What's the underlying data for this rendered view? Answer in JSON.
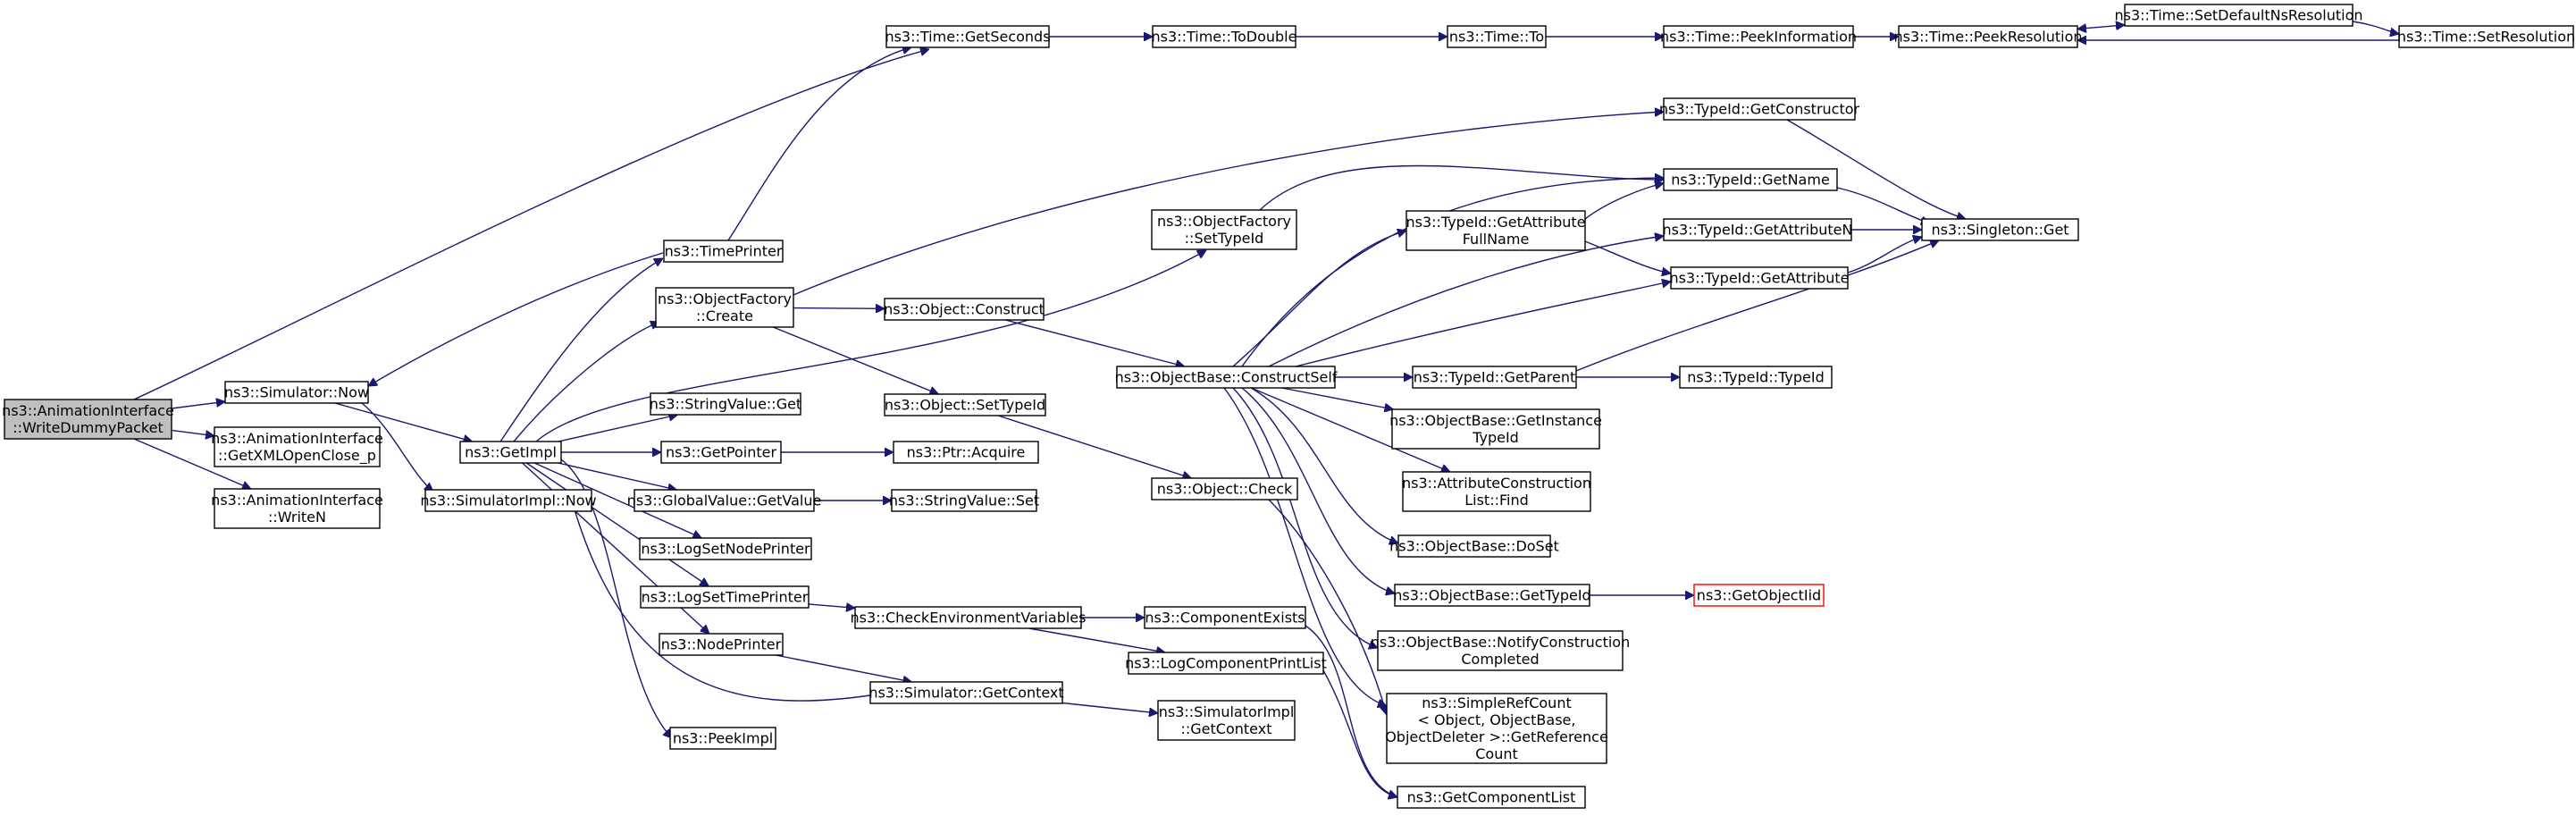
{
  "graph": {
    "colors": {
      "edge": "#191970",
      "root_fill": "#bfbfbf",
      "missing_border": "#ff0000"
    },
    "nodes": [
      {
        "id": "root",
        "lines": [
          "ns3::AnimationInterface",
          "::WriteDummyPacket"
        ],
        "style": "root"
      },
      {
        "id": "simnow",
        "lines": [
          "ns3::Simulator::Now"
        ]
      },
      {
        "id": "getxml",
        "lines": [
          "ns3::AnimationInterface",
          "::GetXMLOpenClose_p"
        ]
      },
      {
        "id": "writen",
        "lines": [
          "ns3::AnimationInterface",
          "::WriteN"
        ]
      },
      {
        "id": "getseconds",
        "lines": [
          "ns3::Time::GetSeconds"
        ]
      },
      {
        "id": "todouble",
        "lines": [
          "ns3::Time::ToDouble"
        ]
      },
      {
        "id": "timeto",
        "lines": [
          "ns3::Time::To"
        ]
      },
      {
        "id": "peekinfo",
        "lines": [
          "ns3::Time::PeekInformation"
        ]
      },
      {
        "id": "peekres",
        "lines": [
          "ns3::Time::PeekResolution"
        ]
      },
      {
        "id": "setdefault",
        "lines": [
          "ns3::Time::SetDefaultNsResolution"
        ]
      },
      {
        "id": "setres",
        "lines": [
          "ns3::Time::SetResolution"
        ]
      },
      {
        "id": "getimpl",
        "lines": [
          "ns3::GetImpl"
        ]
      },
      {
        "id": "simimplnow",
        "lines": [
          "ns3::SimulatorImpl::Now"
        ]
      },
      {
        "id": "timeprinter",
        "lines": [
          "ns3::TimePrinter"
        ]
      },
      {
        "id": "ofcreate",
        "lines": [
          "ns3::ObjectFactory",
          "::Create"
        ]
      },
      {
        "id": "strget",
        "lines": [
          "ns3::StringValue::Get"
        ]
      },
      {
        "id": "getpointer",
        "lines": [
          "ns3::GetPointer"
        ]
      },
      {
        "id": "gvgetvalue",
        "lines": [
          "ns3::GlobalValue::GetValue"
        ]
      },
      {
        "id": "logsetnode",
        "lines": [
          "ns3::LogSetNodePrinter"
        ]
      },
      {
        "id": "logsettime",
        "lines": [
          "ns3::LogSetTimePrinter"
        ]
      },
      {
        "id": "nodeprinter",
        "lines": [
          "ns3::NodePrinter"
        ]
      },
      {
        "id": "peekimpl",
        "lines": [
          "ns3::PeekImpl"
        ]
      },
      {
        "id": "objconstruct",
        "lines": [
          "ns3::Object::Construct"
        ]
      },
      {
        "id": "objsettypeid",
        "lines": [
          "ns3::Object::SetTypeId"
        ]
      },
      {
        "id": "ptracquire",
        "lines": [
          "ns3::Ptr::Acquire"
        ]
      },
      {
        "id": "strset",
        "lines": [
          "ns3::StringValue::Set"
        ]
      },
      {
        "id": "checkenv",
        "lines": [
          "ns3::CheckEnvironmentVariables"
        ]
      },
      {
        "id": "simgetctx",
        "lines": [
          "ns3::Simulator::GetContext"
        ]
      },
      {
        "id": "ofsettypeid",
        "lines": [
          "ns3::ObjectFactory",
          "::SetTypeId"
        ]
      },
      {
        "id": "constructself",
        "lines": [
          "ns3::ObjectBase::ConstructSelf"
        ]
      },
      {
        "id": "objcheck",
        "lines": [
          "ns3::Object::Check"
        ]
      },
      {
        "id": "compexists",
        "lines": [
          "ns3::ComponentExists"
        ]
      },
      {
        "id": "logcompprint",
        "lines": [
          "ns3::LogComponentPrintList"
        ]
      },
      {
        "id": "simimplctx",
        "lines": [
          "ns3::SimulatorImpl",
          "::GetContext"
        ]
      },
      {
        "id": "getconstructor",
        "lines": [
          "ns3::TypeId::GetConstructor"
        ]
      },
      {
        "id": "getname",
        "lines": [
          "ns3::TypeId::GetName"
        ]
      },
      {
        "id": "getattrfull",
        "lines": [
          "ns3::TypeId::GetAttribute",
          "FullName"
        ]
      },
      {
        "id": "getattrn",
        "lines": [
          "ns3::TypeId::GetAttributeN"
        ]
      },
      {
        "id": "getattr",
        "lines": [
          "ns3::TypeId::GetAttribute"
        ]
      },
      {
        "id": "getparent",
        "lines": [
          "ns3::TypeId::GetParent"
        ]
      },
      {
        "id": "typeidctor",
        "lines": [
          "ns3::TypeId::TypeId"
        ]
      },
      {
        "id": "singleton",
        "lines": [
          "ns3::Singleton::Get"
        ]
      },
      {
        "id": "getinstancetid",
        "lines": [
          "ns3::ObjectBase::GetInstance",
          "TypeId"
        ]
      },
      {
        "id": "acfind",
        "lines": [
          "ns3::AttributeConstruction",
          "List::Find"
        ]
      },
      {
        "id": "doset",
        "lines": [
          "ns3::ObjectBase::DoSet"
        ]
      },
      {
        "id": "obgettypeid",
        "lines": [
          "ns3::ObjectBase::GetTypeId"
        ]
      },
      {
        "id": "getobjectiid",
        "lines": [
          "ns3::GetObjectIid"
        ],
        "style": "missing"
      },
      {
        "id": "notifyconstr",
        "lines": [
          "ns3::ObjectBase::NotifyConstruction",
          "Completed"
        ]
      },
      {
        "id": "simplerefcount",
        "lines": [
          "ns3::SimpleRefCount",
          "< Object, ObjectBase,",
          " ObjectDeleter >::GetReference",
          "Count"
        ]
      },
      {
        "id": "getcomplist",
        "lines": [
          "ns3::GetComponentList"
        ]
      }
    ]
  }
}
